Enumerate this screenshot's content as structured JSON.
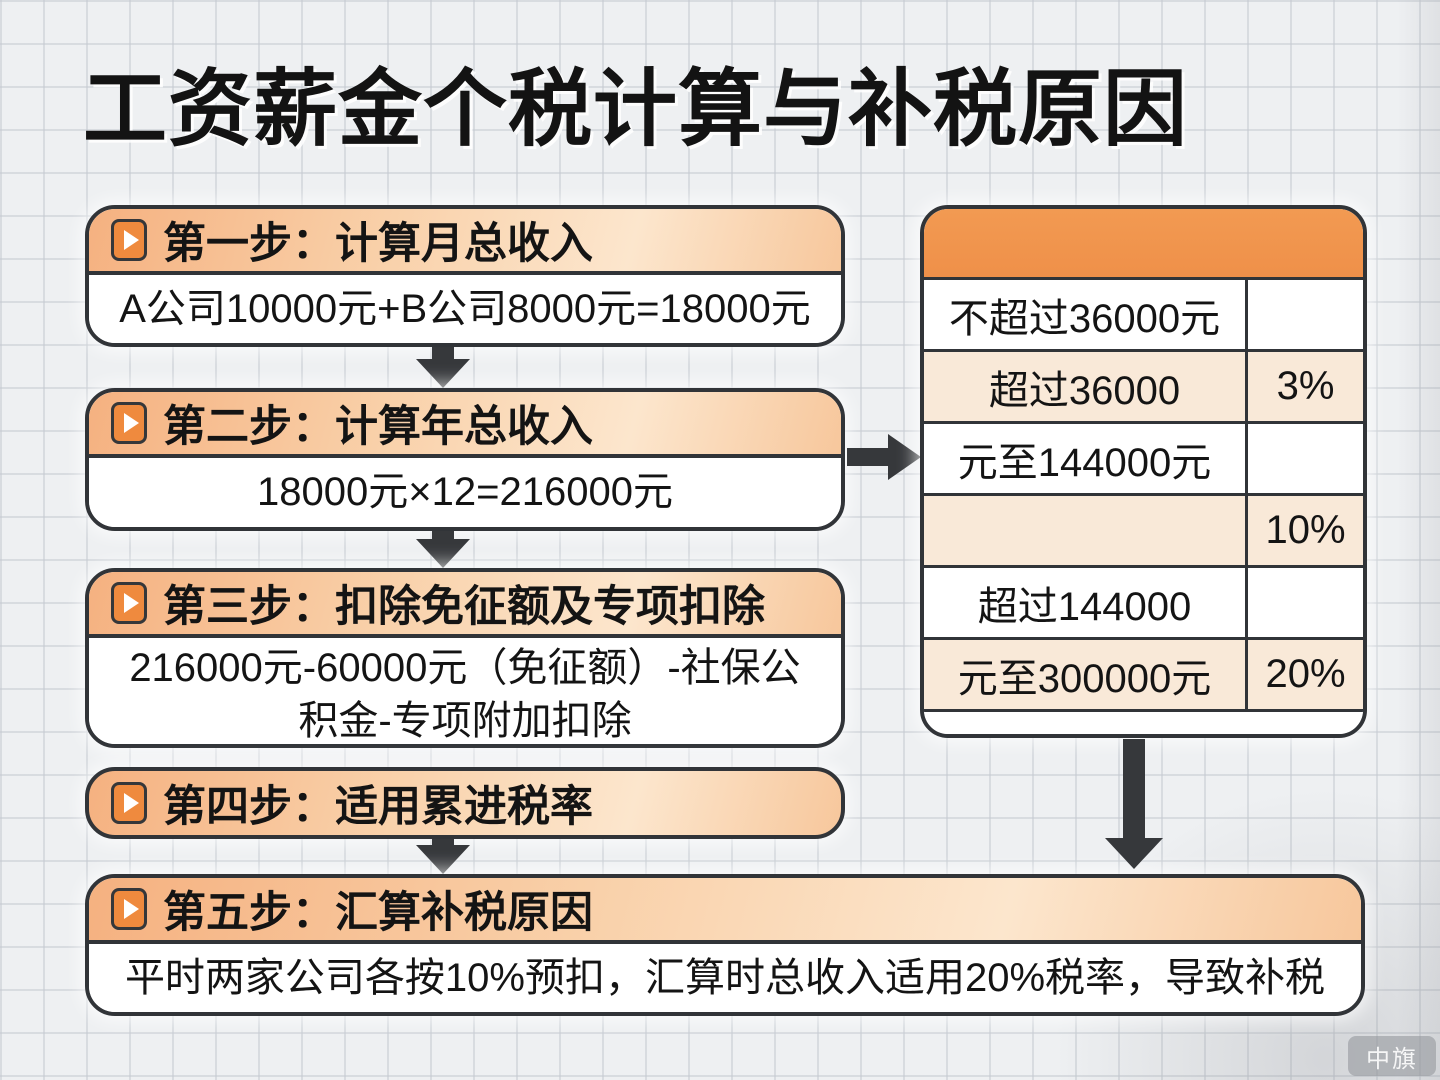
{
  "title": "工资薪金个税计算与补税原因",
  "steps": [
    {
      "label": "第一步：计算月总收入",
      "detail": "A公司10000元+B公司8000元=18000元"
    },
    {
      "label": "第二步：计算年总收入",
      "detail": "18000元×12=216000元"
    },
    {
      "label": "第三步：扣除免征额及专项扣除",
      "detail": "216000元-60000元（免征额）-社保公积金-专项附加扣除"
    },
    {
      "label": "第四步：适用累进税率",
      "detail": ""
    },
    {
      "label": "第五步：汇算补税原因",
      "detail": "平时两家公司各按10%预扣，汇算时总收入适用20%税率，导致补税"
    }
  ],
  "tax_table": {
    "rows": [
      {
        "bracket": "不超过36000元",
        "rate": ""
      },
      {
        "bracket": "超过36000",
        "rate": "3%"
      },
      {
        "bracket": "元至144000元",
        "rate": ""
      },
      {
        "bracket": "",
        "rate": "10%"
      },
      {
        "bracket": "超过144000",
        "rate": ""
      },
      {
        "bracket": "元至300000元",
        "rate": "20%"
      }
    ]
  },
  "watermark": "中旗",
  "colors": {
    "accent_orange": "#ef9049",
    "header_peach_start": "#f5b180",
    "header_peach_end": "#fce6cd",
    "cream_row": "#f9e9d8",
    "arrow_dark": "#36383b",
    "border_dark": "#313438",
    "background": "#eef0f2"
  }
}
